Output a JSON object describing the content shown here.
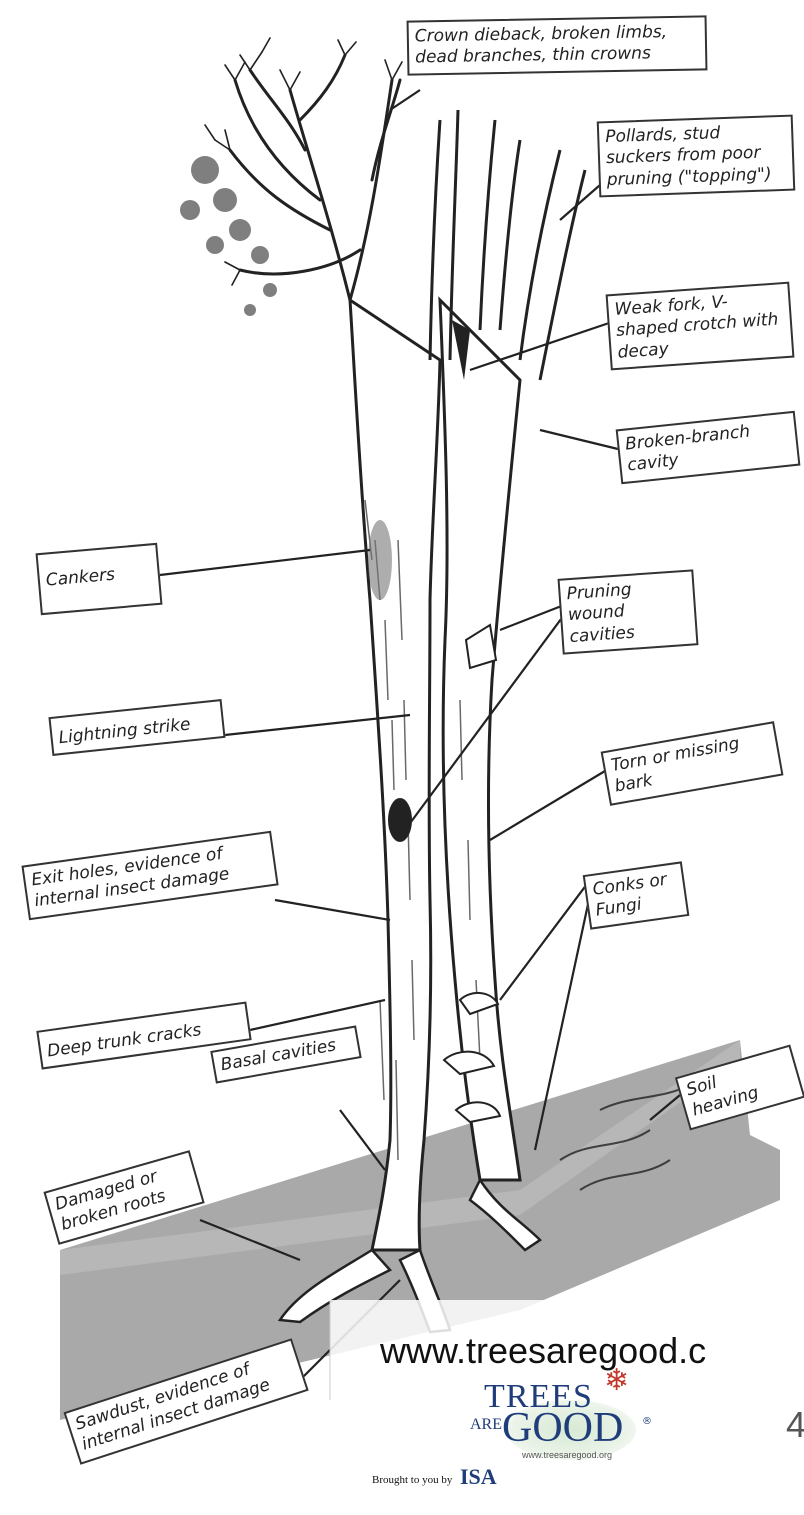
{
  "labels": {
    "crown": "Crown dieback, broken limbs, dead branches, thin crowns",
    "pollards": "Pollards, stud suckers from poor pruning (\"topping\")",
    "weak_fork": "Weak fork, V-shaped crotch with decay",
    "broken_branch": "Broken-branch cavity",
    "cankers": "Cankers",
    "pruning_wound": "Pruning wound cavities",
    "lightning": "Lightning strike",
    "torn_bark": "Torn or missing bark",
    "exit_holes": "Exit holes, evidence of internal insect damage",
    "conks": "Conks or Fungi",
    "deep_cracks": "Deep trunk cracks",
    "basal": "Basal cavities",
    "soil": "Soil heaving",
    "roots": "Damaged or broken roots",
    "sawdust": "Sawdust, evidence of internal insect damage"
  },
  "footer": {
    "website": "www.treesaregood.c",
    "logo_trees": "TREES",
    "logo_are": "ARE",
    "logo_good": "GOOD",
    "logo_url": "www.treesaregood.org",
    "brought_by": "Brought to you by",
    "isa": "ISA",
    "page_number": "4"
  }
}
